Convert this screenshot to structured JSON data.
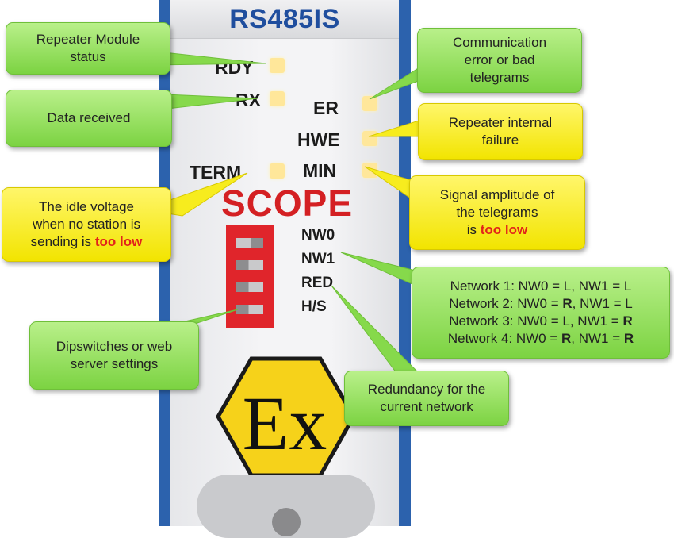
{
  "module": {
    "brand": "RS485IS",
    "labels": {
      "rdy": "RDY",
      "rx": "RX",
      "er": "ER",
      "hwe": "HWE",
      "term": "TERM",
      "min": "MIN",
      "scope": "SCOPE",
      "nw0": "NW0",
      "nw1": "NW1",
      "red": "RED",
      "hs": "H/S"
    },
    "logo_text": "Ex"
  },
  "callouts": {
    "status": {
      "line1": "Repeater Module",
      "line2": "status"
    },
    "received": {
      "line1": "Data received"
    },
    "idle": {
      "line1": "The idle voltage",
      "line2": "when no station is",
      "line3_pre": "sending is ",
      "line3_hl": "too low"
    },
    "dip": {
      "line1": "Dipswitches or web",
      "line2": "server settings"
    },
    "comm": {
      "line1": "Communication",
      "line2": "error or bad",
      "line3": "telegrams"
    },
    "internal": {
      "line1": "Repeater internal",
      "line2": "failure"
    },
    "amplitude": {
      "line1": "Signal amplitude of",
      "line2": "the telegrams",
      "line3_pre": "is ",
      "line3_hl": "too low"
    },
    "networks": {
      "r1_a": "Network 1: NW0 = L, NW1 = L",
      "r2_a": "Network 2: NW0 = ",
      "r2_b": "R",
      "r2_c": ", NW1 = L",
      "r3_a": "Network 3: NW0 = L, NW1 = ",
      "r3_b": "R",
      "r4_a": "Network 4: NW0 = ",
      "r4_b": "R",
      "r4_c": ", NW1 = ",
      "r4_d": "R"
    },
    "redundancy": {
      "line1": "Redundancy for the",
      "line2": "current network"
    }
  },
  "colors": {
    "module_blue": "#2c62ad",
    "callout_green": "#7cd342",
    "callout_yellow": "#f2e400",
    "highlight_red": "#e2231a",
    "scope_red": "#d42023",
    "led": "#ffe79a",
    "ex_yellow": "#f6d21a"
  }
}
